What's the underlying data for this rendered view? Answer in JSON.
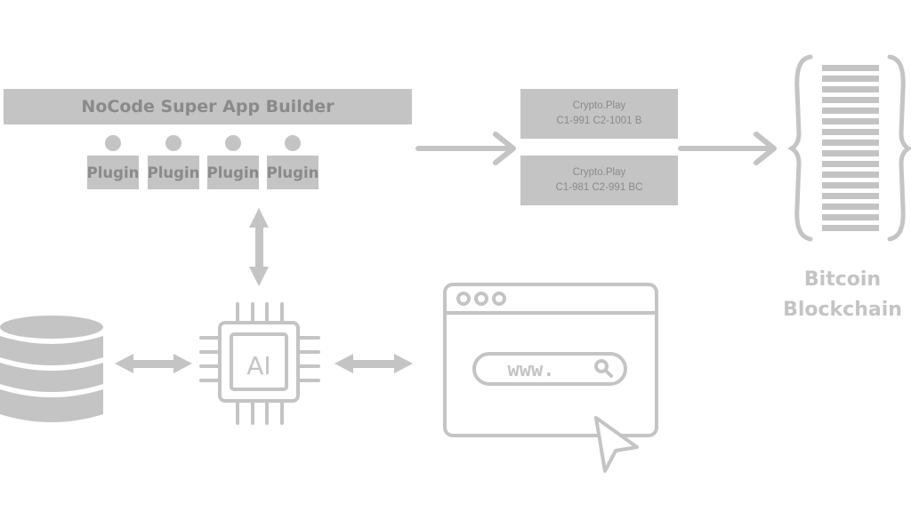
{
  "builder": {
    "title": "NoCode Super App Builder",
    "plugins": [
      "Plugin",
      "Plugin",
      "Plugin",
      "Plugin"
    ]
  },
  "crypto_blocks": [
    {
      "line1": "Crypto.Play",
      "line2": "C1-991 C2-1001 B"
    },
    {
      "line1": "Crypto.Play",
      "line2": "C1-981 C2-991 BC"
    }
  ],
  "blockchain": {
    "line1": "Bitcoin",
    "line2": "Blockchain"
  },
  "ai_chip": {
    "label": "AI"
  },
  "browser": {
    "url_text": "www."
  },
  "icons": [
    "database-icon",
    "ai-chip-icon",
    "browser-window-icon",
    "search-icon",
    "cursor-icon",
    "blockchain-ledger-icon"
  ],
  "colors": {
    "fill": "#c4c4c4",
    "text": "#8a8a8a",
    "background": "#ffffff"
  }
}
